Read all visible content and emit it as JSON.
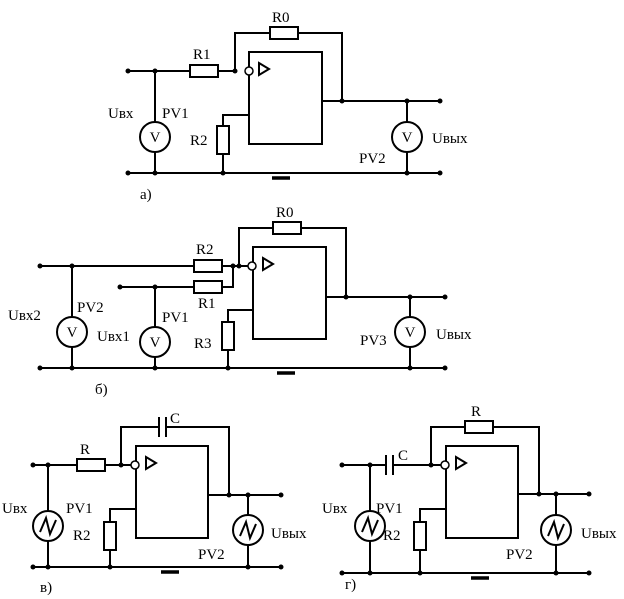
{
  "circuit_a": {
    "caption": "а)",
    "r0": "R0",
    "r1": "R1",
    "r2": "R2",
    "pv1": "PV1",
    "pv2": "PV2",
    "uin": "Uвх",
    "uout": "Uвых",
    "meter_symbol": "V"
  },
  "circuit_b": {
    "caption": "б)",
    "r0": "R0",
    "r1": "R1",
    "r2": "R2",
    "r3": "R3",
    "pv1": "PV1",
    "pv2": "PV2",
    "pv3": "PV3",
    "uin1": "Uвх1",
    "uin2": "Uвх2",
    "uout": "Uвых",
    "meter_symbol": "V"
  },
  "circuit_v": {
    "caption": "в)",
    "c": "C",
    "r": "R",
    "r2": "R2",
    "pv1": "PV1",
    "pv2": "PV2",
    "uin": "Uвх",
    "uout": "Uвых"
  },
  "circuit_g": {
    "caption": "г)",
    "c": "C",
    "r": "R",
    "r2": "R2",
    "pv1": "PV1",
    "pv2": "PV2",
    "uin": "Uвх",
    "uout": "Uвых"
  }
}
